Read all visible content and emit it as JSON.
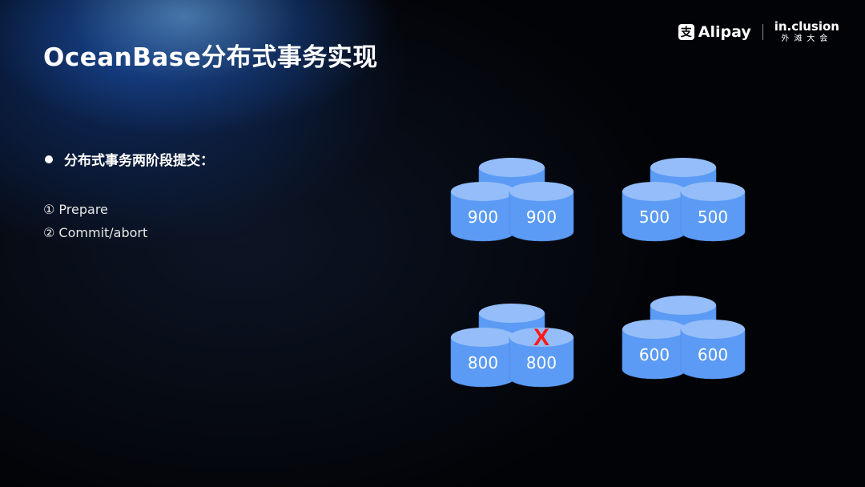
{
  "slide": {
    "title": "OceanBase分布式事务实现",
    "logos": {
      "alipay": "Alipay",
      "alipay_mark": "支",
      "inclusion": "in.clusion",
      "inclusion_sub": "外滩大会"
    },
    "bullet": "分布式事务两阶段提交：",
    "steps": [
      "① Prepare",
      "② Commit/abort"
    ]
  },
  "diagram": {
    "colors": {
      "body": "#5b9bf5",
      "top": "#94bdf9",
      "fail_mark": "#ff1a1a"
    },
    "groups": [
      {
        "left": "900",
        "right": "900"
      },
      {
        "left": "500",
        "right": "500"
      },
      {
        "left": "800",
        "right": "800",
        "right_failed": true,
        "fail_mark": "X"
      },
      {
        "left": "600",
        "right": "600"
      }
    ]
  }
}
